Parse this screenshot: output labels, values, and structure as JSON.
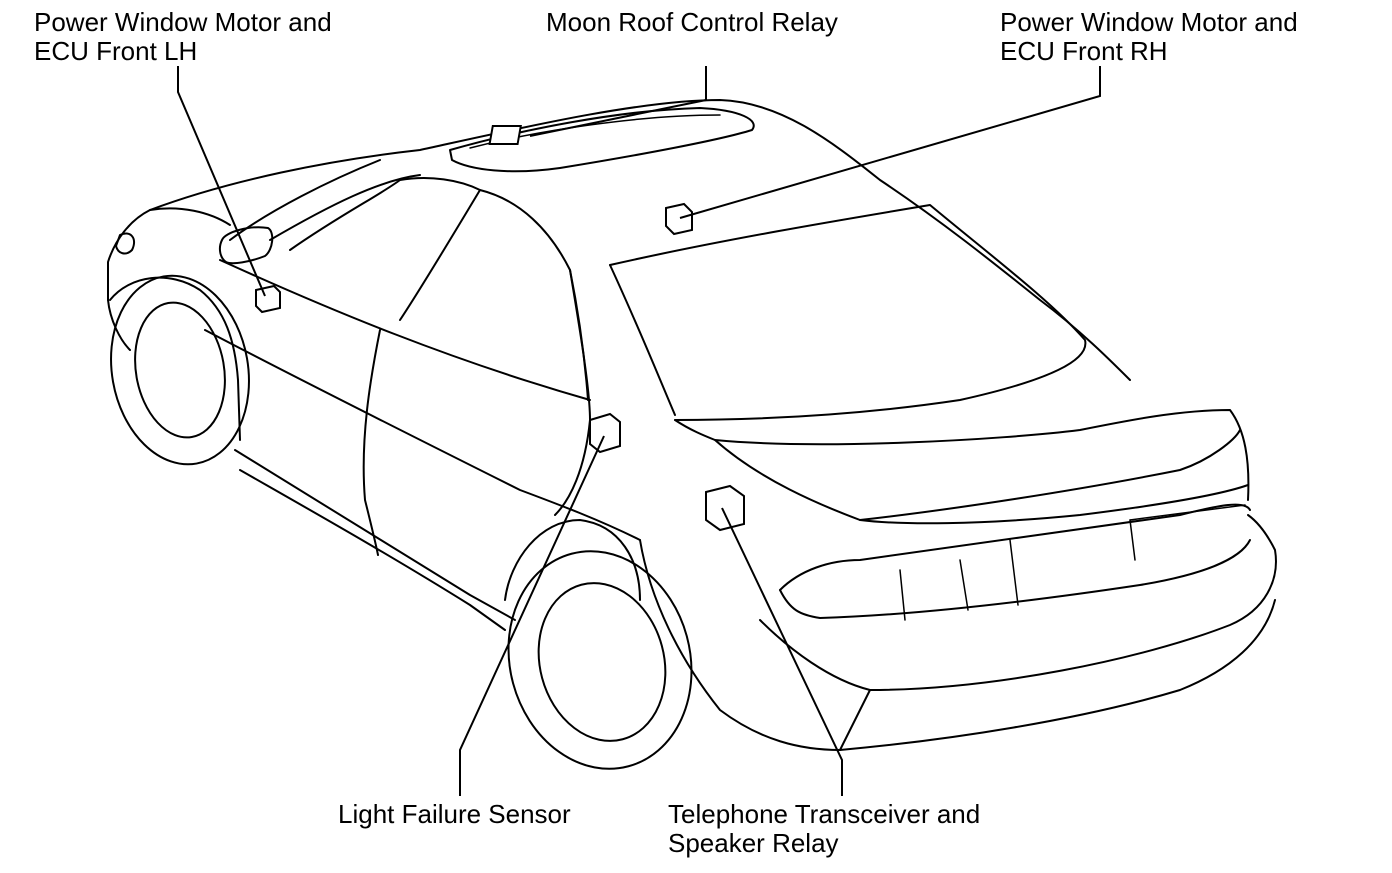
{
  "title": "",
  "labels": {
    "power_window_lh": {
      "line1": "Power Window Motor and",
      "line2": "ECU Front LH"
    },
    "moon_roof": {
      "line1": "Moon Roof Control Relay"
    },
    "power_window_rh": {
      "line1": "Power Window Motor and",
      "line2": "ECU Front RH"
    },
    "light_failure": {
      "line1": "Light Failure Sensor"
    },
    "telephone": {
      "line1": "Telephone Transceiver and",
      "line2": "Speaker Relay"
    }
  },
  "colors": {
    "line": "#000000",
    "background": "#ffffff"
  }
}
